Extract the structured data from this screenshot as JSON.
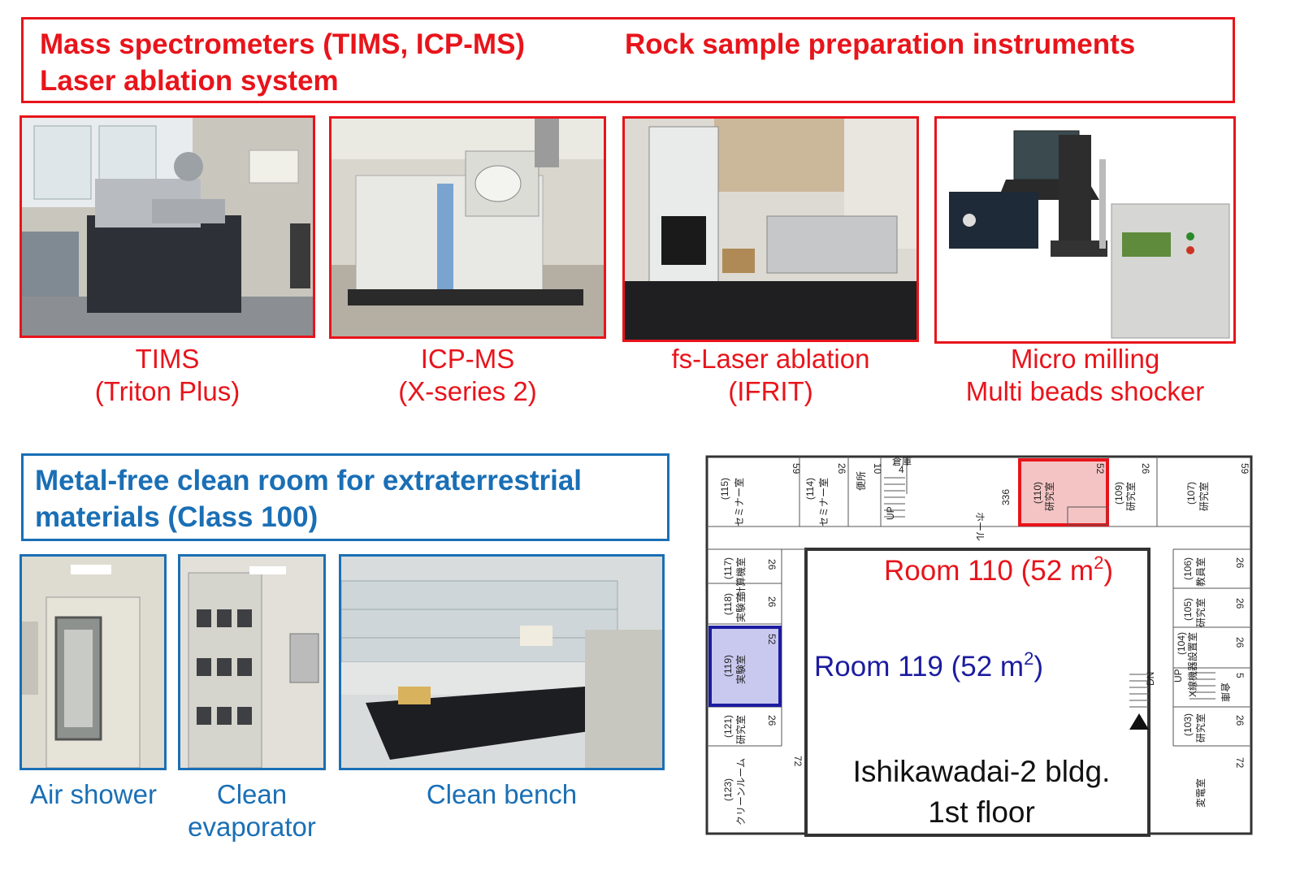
{
  "header_top": {
    "line1_left": "Mass spectrometers (TIMS, ICP-MS)",
    "line1_right": "Rock sample preparation instruments",
    "line2": "Laser ablation system"
  },
  "instruments": [
    {
      "line1": "TIMS",
      "line2": "(Triton Plus)"
    },
    {
      "line1": "ICP-MS",
      "line2": "(X-series 2)"
    },
    {
      "line1": "fs-Laser ablation",
      "line2": "(IFRIT)"
    },
    {
      "line1": "Micro milling",
      "line2": "Multi beads shocker"
    }
  ],
  "header_clean": {
    "line1": "Metal-free clean room for extraterrestrial",
    "line2": "materials (Class 100)"
  },
  "clean_photos": [
    {
      "line1": "Air shower",
      "line2": ""
    },
    {
      "line1": "Clean",
      "line2": "evaporator"
    },
    {
      "line1": "Clean bench",
      "line2": ""
    }
  ],
  "floorplan": {
    "room110_label": "Room 110 (52 m",
    "room110_sup": "2",
    "room110_close": ")",
    "room119_label": "Room 119 (52 m",
    "room119_sup": "2",
    "room119_close": ")",
    "building_line1": "Ishikawadai-2 bldg.",
    "building_line2": "1st floor",
    "rooms": {
      "r115": "(115)",
      "r115_name": "セミナー室",
      "r115_area": "59",
      "r114": "(114)",
      "r114_name": "セミナー室",
      "r114_area": "26",
      "toilet": "便所",
      "toilet_area": "10",
      "storage_top": "倉庫",
      "storage_top_area": "4",
      "hall": "ホール",
      "hall_area": "336",
      "r110": "(110)",
      "r110_name": "研究室",
      "r110_area": "52",
      "r109": "(109)",
      "r109_name": "研究室",
      "r109_area": "26",
      "r107": "(107)",
      "r107_name": "研究室",
      "r107_area": "59",
      "r117": "(117)",
      "r117_name": "計算機室",
      "r117_area": "26",
      "r118": "(118)",
      "r118_name": "実験室",
      "r118_area": "26",
      "r119": "(119)",
      "r119_name": "実験室",
      "r119_area": "52",
      "r121": "(121)",
      "r121_name": "研究室",
      "r121_area": "26",
      "r123": "(123)",
      "r123_name": "クリーンルーム",
      "r123_area": "72",
      "r106": "(106)",
      "r106_name": "教員室",
      "r106_area": "26",
      "r105": "(105)",
      "r105_name": "研究室",
      "r105_area": "26",
      "r104": "(104)",
      "r104_name": "X線機器設置室",
      "r104_area": "26",
      "storage_right": "倉庫",
      "storage_right_area": "5",
      "r103": "(103)",
      "r103_name": "研究室",
      "r103_area": "26",
      "substation": "変電室",
      "substation_area": "72",
      "up1": "UP",
      "up2": "UP",
      "dn": "DN"
    }
  },
  "colors": {
    "red": "#e8141b",
    "blue": "#1a6fb5",
    "navy": "#1c1ca0"
  }
}
